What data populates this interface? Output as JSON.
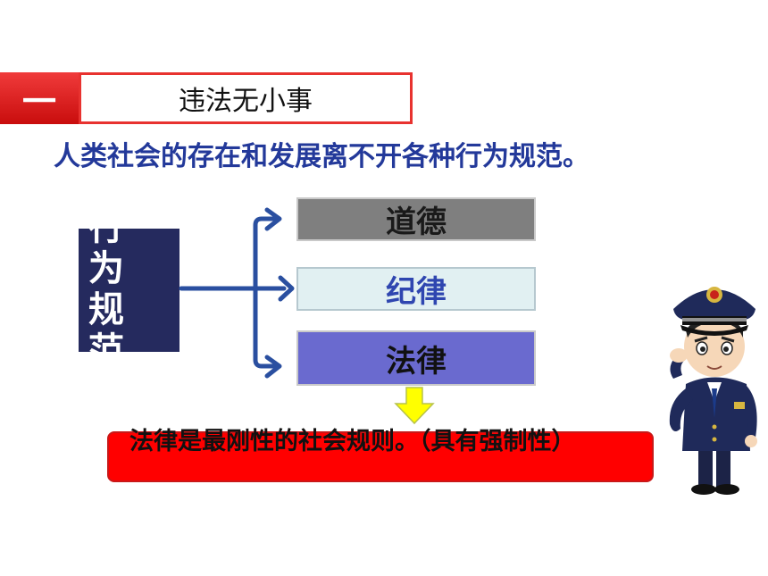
{
  "section": {
    "number": "一",
    "title": "违法无小事"
  },
  "intro": "人类社会的存在和发展离不开各种行为规范。",
  "norm_box": {
    "chars": [
      "行",
      "为",
      "规",
      "范"
    ]
  },
  "rules": [
    "道德",
    "纪律",
    "法律"
  ],
  "callout": "法律是最刚性的社会规则。（具有强制性）",
  "colors": {
    "title_blue": "#23399a",
    "accent_red": "#e8322f",
    "arrow_blue": "#2a4fa0",
    "box_navy": "#252a5e"
  },
  "icons": {
    "officer": "police-officer-saluting",
    "arrow": "yellow-down-arrow"
  }
}
